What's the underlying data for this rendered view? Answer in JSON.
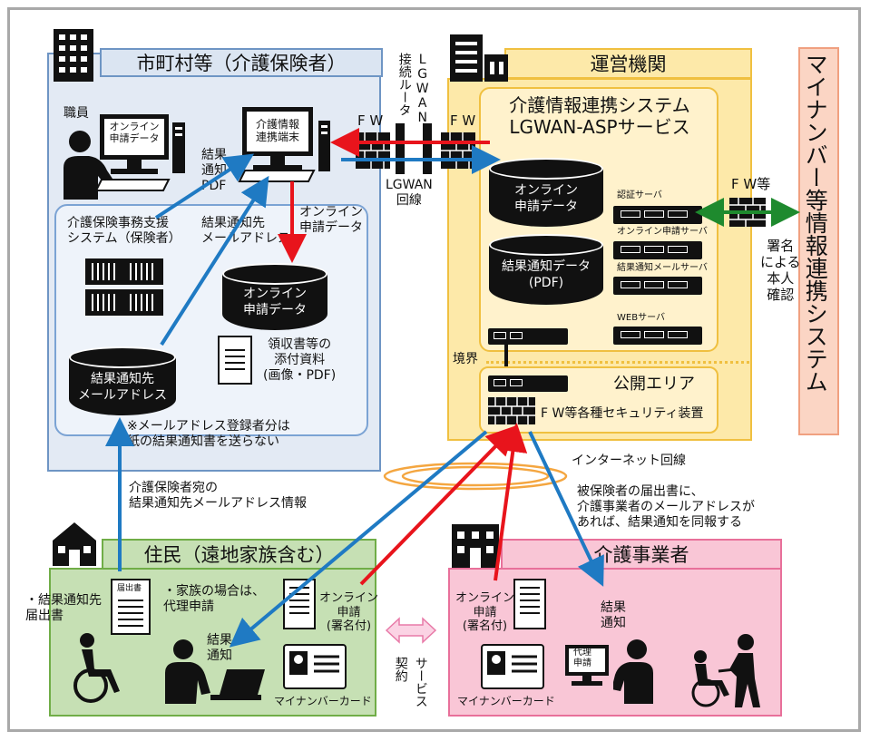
{
  "municipality": {
    "title": "市町村等（介護保険者）",
    "staff": "職員",
    "monitor_label": "オンライン\n申請データ",
    "terminal_label": "介護情報\n連携端末",
    "result_pdf": "結果\n通知\nPDF",
    "online_data_arrow": "オンライン\n申請データ",
    "support_system": "介護保険事務支援\nシステム（保険者）",
    "dest_email_label": "結果通知先\nメールアドレス",
    "db_online": "オンライン\n申請データ",
    "receipts": "領収書等の\n添付資料\n(画像・PDF)",
    "db_email": "結果通知先\nメールアドレス",
    "note": "※メールアドレス登録者分は\n紙の結果通知書を送らない"
  },
  "network": {
    "fw_left": "F W",
    "fw_right": "F W",
    "router": "接続ルータ",
    "lgwan": "LGWAN",
    "lgwan_line": "LGWAN\n回線",
    "internet": "インターネット回線",
    "fw_etc": "F W等",
    "identity": "署名\nによる\n本人\n確認"
  },
  "operator": {
    "title": "運営機関",
    "system_title": "介護情報連携システム\nLGWAN-ASPサービス",
    "db_online": "オンライン\n申請データ",
    "db_result": "結果通知データ\n(PDF)",
    "servers": [
      "認証サーバ",
      "オンライン申請サーバ",
      "結果通知メールサーバ",
      "WEBサーバ"
    ],
    "boundary": "境界",
    "public_area": "公開エリア",
    "security": "F W等各種セキュリティ装置"
  },
  "mynumber_system": "マイナンバー等情報連携システム",
  "resident": {
    "title": "住民（遠地家族含む）",
    "email_info": "介護保険者宛の\n結果通知先メールアドレス情報",
    "form_tag": "届出書",
    "form_label": "・結果通知先\n届出書",
    "proxy": "・家族の場合は、\n代理申請",
    "online_apply": "オンライン\n申請\n(署名付)",
    "result": "結果\n通知",
    "card": "マイナンバーカード"
  },
  "contract": {
    "left": "契約",
    "right": "サービス"
  },
  "provider": {
    "title": "介護事業者",
    "notice": "被保険者の届出書に、\n介護事業者のメールアドレスが\nあれば、結果通知を同報する",
    "online_apply": "オンライン\n申請\n(署名付)",
    "result": "結果\n通知",
    "card": "マイナンバーカード",
    "proxy_tag": "代理\n申請"
  },
  "colors": {
    "red": "#e8141c",
    "blue": "#1f7ac3",
    "green": "#1e8a2e"
  }
}
